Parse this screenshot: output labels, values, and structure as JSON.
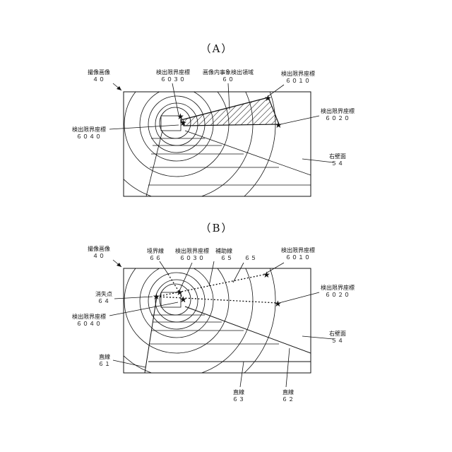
{
  "panel_a": {
    "title": "（A）",
    "captured_image": {
      "label": "撮像画像",
      "num": "４０"
    },
    "limit_6030": {
      "label": "検出限界座標",
      "num": "６０３０"
    },
    "area_60": {
      "label": "画像内事象検出領域",
      "num": "６０"
    },
    "limit_6010": {
      "label": "検出限界座標",
      "num": "６０１０"
    },
    "limit_6020": {
      "label": "検出限界座標",
      "num": "６０２０"
    },
    "limit_6040": {
      "label": "検出限界座標",
      "num": "６０４０"
    },
    "right_wall": {
      "label": "右壁面",
      "num": "５４"
    }
  },
  "panel_b": {
    "title": "（B）",
    "captured_image": {
      "label": "撮像画像",
      "num": "４０"
    },
    "boundary_66": {
      "label": "境界線",
      "num": "６６"
    },
    "limit_6030": {
      "label": "検出限界座標",
      "num": "６０３０"
    },
    "aux_65": {
      "label": "補助線",
      "num": "６５"
    },
    "num_65b": "６５",
    "limit_6010": {
      "label": "検出限界座標",
      "num": "６０１０"
    },
    "vanish_64": {
      "label": "消失点",
      "num": "６４"
    },
    "limit_6020": {
      "label": "検出限界座標",
      "num": "６０２０"
    },
    "limit_6040": {
      "label": "検出限界座標",
      "num": "６０４０"
    },
    "right_wall": {
      "label": "右壁面",
      "num": "５４"
    },
    "line_61": {
      "label": "直線",
      "num": "６１"
    },
    "line_63": {
      "label": "直線",
      "num": "６３"
    },
    "line_62": {
      "label": "直線",
      "num": "６２"
    }
  },
  "icons": {
    "star": "★"
  }
}
